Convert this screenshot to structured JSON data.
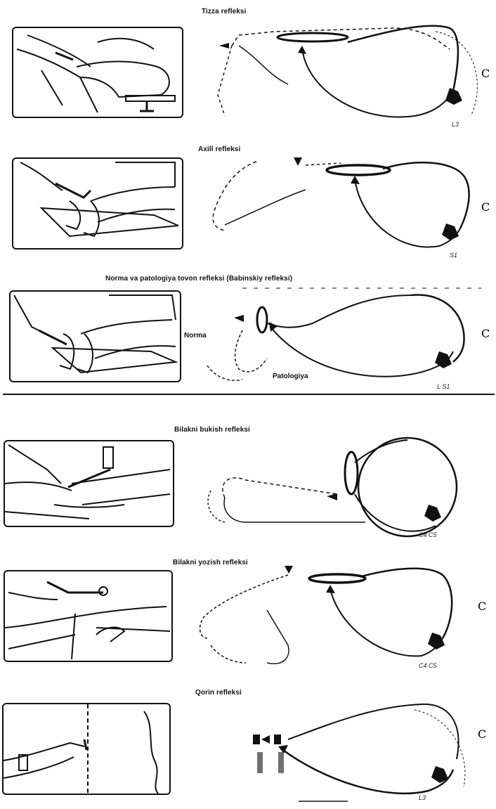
{
  "panels": {
    "knee": {
      "title": "Tizza refleksi",
      "segment": "L3"
    },
    "achilles": {
      "title": "Axill   refleksi",
      "segment": "S1"
    },
    "babinski": {
      "title": "Norma va patologiya tovon refleksi (Babinskiy refleksi)",
      "label_norma": "Norma",
      "label_patologiya": "Patologiya",
      "segment": "L  S1"
    },
    "flexion": {
      "title": "Bilakni bukish refleksi",
      "segment": "C4  C5"
    },
    "extension": {
      "title": "Bilakni yozish refleksi",
      "segment": "C4  C5"
    },
    "abdominal": {
      "title": "Qorin refleksi",
      "segment": "L3"
    }
  },
  "colors": {
    "ink": "#111111",
    "paper": "#ffffff"
  }
}
